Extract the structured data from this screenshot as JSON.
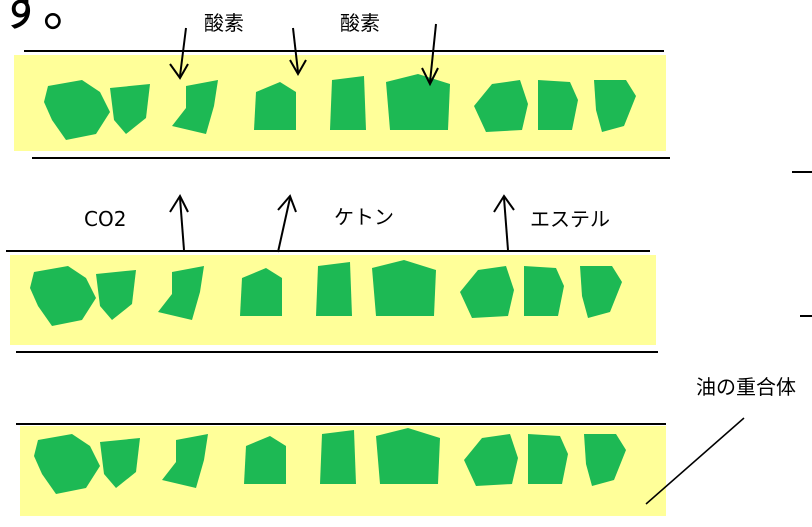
{
  "heading_fragment": "す。",
  "colors": {
    "band": "#ffff99",
    "particle": "#1db954",
    "line": "#000000"
  },
  "labels": {
    "oxygen_1": "酸素",
    "oxygen_2": "酸素",
    "co2": "CO2",
    "ketone": "ケトン",
    "ester": "エステル",
    "polymer": "油の重合体"
  }
}
